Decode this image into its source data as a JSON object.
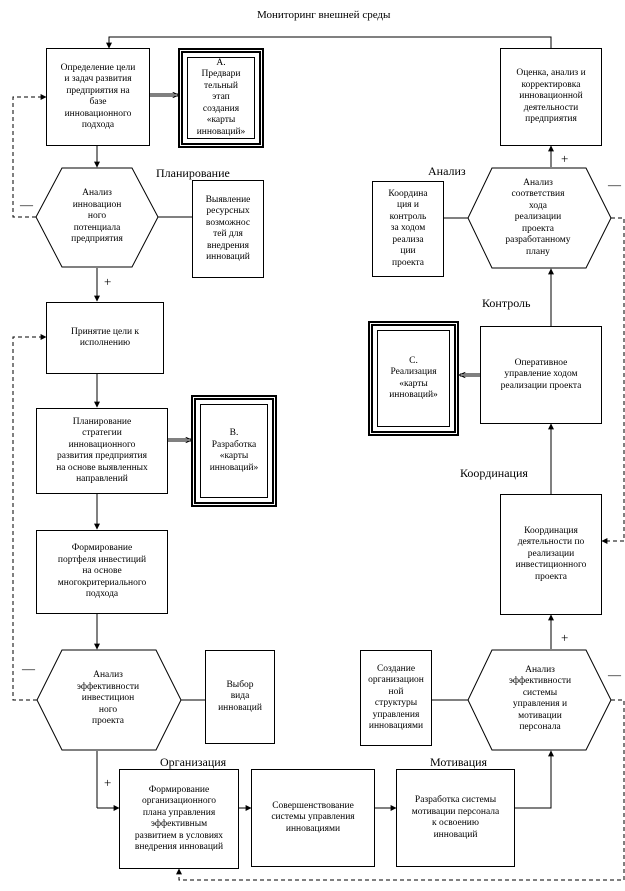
{
  "title": "Мониторинг внешней среды",
  "phase_labels": {
    "planning": "Планирование",
    "organization": "Организация",
    "motivation": "Мотивация",
    "coordination": "Координация",
    "control": "Контроль",
    "analysis": "Анализ"
  },
  "nodes": {
    "goal_definition": "Определение цели\nи задач развития\nпредприятия на\nбазе\nинновационного\nподхода",
    "card_a": "А.\nПредвари\nтельный\nэтап\nсоздания\n«карты\nинноваций»",
    "potential_analysis": "Анализ\nинновацион\nного\nпотенциала\nпредприятия",
    "resources": "Выявление\nресурсных\nвозможнос\nтей для\nвнедрения\nинноваций",
    "accept_goal": "Принятие цели к\nисполнению",
    "strategy_planning": "Планирование\nстратегии\nинновационного\nразвития предприятия\nна основе выявленных\nнаправлений",
    "card_b": "В.\nРазработка\n«карты\nинноваций»",
    "portfolio": "Формирование\nпортфеля инвестиций\nна основе\nмногокритериального\nподхода",
    "project_efficiency": "Анализ\nэффективности\nинвестицион\nного\nпроекта",
    "innovation_choice": "Выбор\nвида\nинноваций",
    "org_plan": "Формирование\nорганизационного\nплана управления\nэффективным\nразвитием в условиях\nвнедрения инноваций",
    "improve_system": "Совершенствование\nсистемы управления\nинновациями",
    "motivation_system": "Разработка системы\nмотивации персонала\nк освоению\nинноваций",
    "org_structure": "Создание\nорганизацион\nной\nструктуры\nуправления\nинновациями",
    "mgmt_efficiency": "Анализ\nэффективности\nсистемы\nуправления и\nмотивации\nперсонала",
    "coordination_activity": "Координация\nдеятельности по\nреализации\nинвестиционного\nпроекта",
    "operational_mgmt": "Оперативное\nуправление ходом\nреализации проекта",
    "card_c": "С.\nРеализация\n«карты\nинноваций»",
    "coordination_control": "Координа\nция и\nконтроль\nза ходом\nреализа\nции\nпроекта",
    "plan_conformity": "Анализ\nсоответствия\nхода\nреализации\nпроекта\nразработанному\nплану",
    "assessment": "Оценка, анализ и\nкорректировка\nинновационной\nдеятельности\nпредприятия"
  },
  "signs": {
    "plus": "+",
    "minus": "—"
  }
}
